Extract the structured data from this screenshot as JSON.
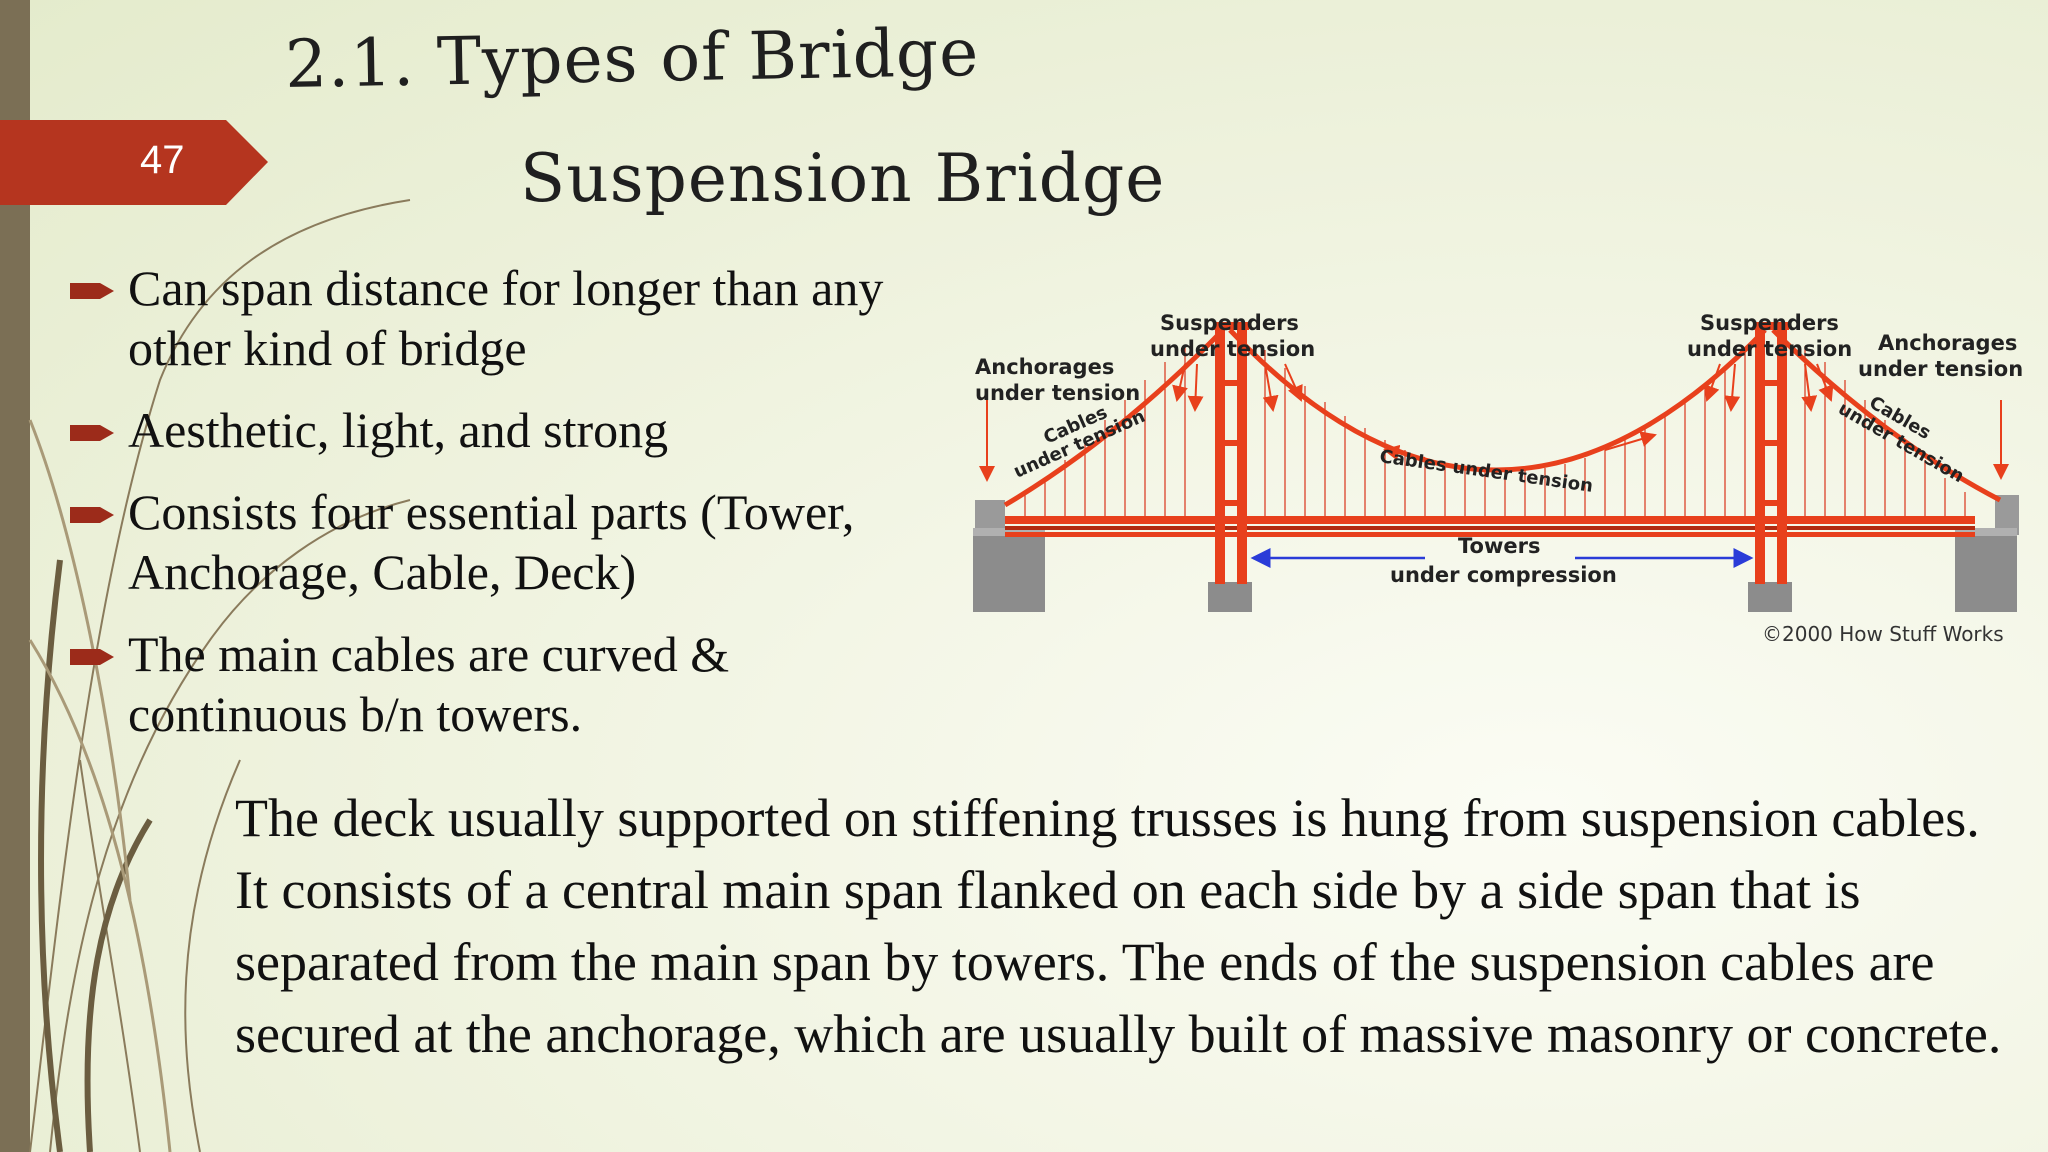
{
  "slide": {
    "page_number": "47",
    "title_line1": "2.1. Types of Bridge",
    "title_line2": "Suspension Bridge",
    "bullets": [
      {
        "line1": "Can span distance for longer than any",
        "line2": "other kind of bridge"
      },
      {
        "line1": "Aesthetic, light, and strong",
        "line2": ""
      },
      {
        "line1": "Consists four essential parts (Tower,",
        "line2": "Anchorage, Cable, Deck)"
      },
      {
        "line1": "The main cables are curved &",
        "line2": "continuous b/n towers."
      }
    ],
    "paragraph": "The deck usually supported on stiffening trusses is hung  from suspension  cables. It consists of a central main span flanked on each side by a side span that is separated from the main span by towers. The ends of the suspension cables are secured at the anchorage, which are usually built of massive masonry or concrete."
  },
  "diagram": {
    "labels": {
      "anchorages_left_1": "Anchorages",
      "anchorages_left_2": "under tension",
      "suspenders_left_1": "Suspenders",
      "suspenders_left_2": "under tension",
      "suspenders_right_1": "Suspenders",
      "suspenders_right_2": "under tension",
      "anchorages_right_1": "Anchorages",
      "anchorages_right_2": "under tension",
      "cables_left_1": "Cables",
      "cables_left_2": "under tension",
      "cables_main": "Cables under tension",
      "cables_right_1": "Cables",
      "cables_right_2": "under tension",
      "towers_1": "Towers",
      "towers_2": "under compression"
    },
    "copyright": "©2000 How Stuff Works"
  },
  "colors": {
    "accent": "#b5351f",
    "bullet": "#9c2b1a",
    "bridge_red": "#e8401c",
    "concrete": "#8c8c8c",
    "arrow_blue": "#2a3cd8"
  }
}
